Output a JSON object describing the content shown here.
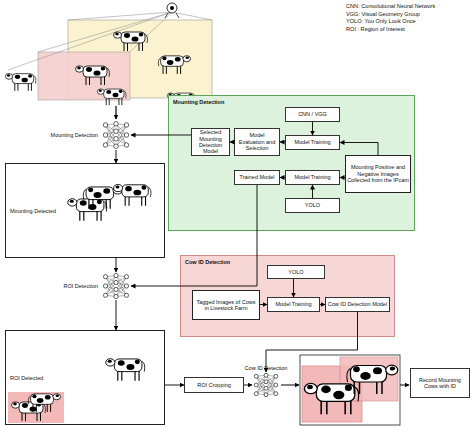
{
  "diagram": {
    "nodes": [
      {
        "text": [
          "Mounting Detection"
        ]
      },
      {
        "text": [
          "Mounting Detection"
        ]
      },
      {
        "text": [
          "CNN / VGG"
        ],
        "in": 1
      },
      {
        "text": [
          "Model Training"
        ],
        "in": 1
      },
      {
        "text": [
          "Model Evaluation and Selection"
        ],
        "in": 1
      },
      {
        "text": [
          "Selected Mounting Detection Model"
        ],
        "in": 1
      },
      {
        "text": [
          "Mounting Positive and Negative Images Collected from the IPcam"
        ],
        "in": 1
      },
      {
        "text": [
          "Trained Model"
        ],
        "in": 1
      },
      {
        "text": [
          "Model Training"
        ],
        "in": 1
      },
      {
        "text": [
          "YOLO"
        ],
        "in": 1
      },
      {
        "text": [
          "Mounting Detected"
        ]
      },
      {
        "text": [
          "ROI Detection"
        ]
      },
      {
        "text": [
          "Cow ID Detection"
        ]
      },
      {
        "text": [
          "YOLO"
        ],
        "in": 12
      },
      {
        "text": [
          "Tagged Images of Cows in Livestock Farm"
        ],
        "in": 12
      },
      {
        "text": [
          "Model Training"
        ],
        "in": 12
      },
      {
        "text": [
          "Cow ID Detection Model"
        ],
        "in": 12
      },
      {
        "text": [
          "ROI Detected"
        ]
      },
      {
        "text": [
          "ROI Cropping"
        ]
      },
      {
        "text": [
          "Cow ID Detection"
        ]
      },
      {
        "text": [
          "Record Mounting Cows with ID"
        ]
      }
    ],
    "edges": [
      {
        "from": 0,
        "to": 10,
        "arrow": "to"
      },
      {
        "from": 10,
        "to": 11,
        "arrow": "to"
      },
      {
        "from": 11,
        "to": 17,
        "arrow": "to"
      },
      {
        "from": 17,
        "to": 18,
        "arrow": "to"
      },
      {
        "from": 18,
        "to": 19,
        "arrow": "to"
      },
      {
        "from": 2,
        "to": 3,
        "arrow": "to"
      },
      {
        "from": 3,
        "to": 4,
        "arrow": "to"
      },
      {
        "from": 4,
        "to": 5,
        "arrow": "to"
      },
      {
        "from": 6,
        "to": 3,
        "arrow": "to"
      },
      {
        "from": 6,
        "to": 8,
        "arrow": "to"
      },
      {
        "from": 9,
        "to": 8,
        "arrow": "to"
      },
      {
        "from": 8,
        "to": 7,
        "arrow": "to"
      },
      {
        "from": 5,
        "to": 0,
        "arrow": "to"
      },
      {
        "from": 7,
        "to": 11,
        "arrow": "to"
      },
      {
        "from": 13,
        "to": 15,
        "arrow": "to"
      },
      {
        "from": 14,
        "to": 15,
        "arrow": "to"
      },
      {
        "from": 15,
        "to": 16,
        "arrow": "to"
      },
      {
        "from": 16,
        "to": 19,
        "arrow": "to"
      }
    ],
    "labels": [
      "CNN: Convolutional Neural Network",
      "VGG: Visual Geometry Group",
      "YOLO: You Only Look Once",
      "ROI : Region of Interest"
    ]
  }
}
